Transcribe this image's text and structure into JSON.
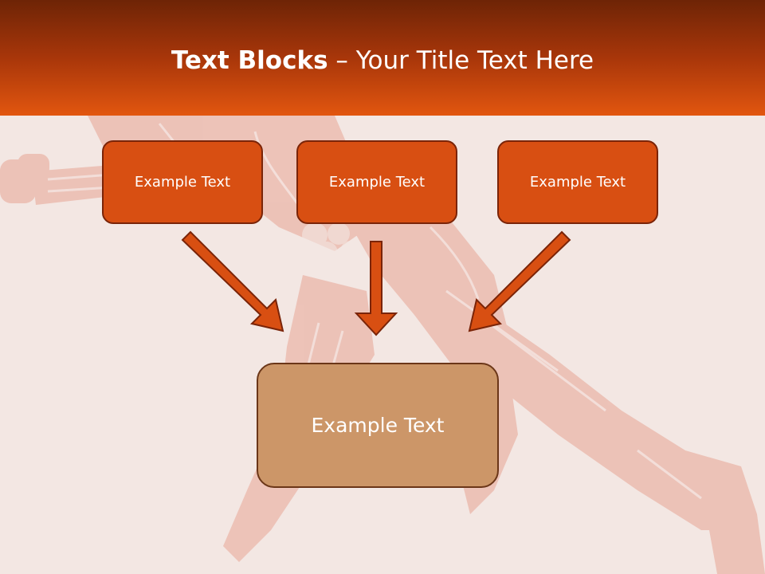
{
  "header": {
    "title_bold": "Text Blocks",
    "title_dash": " – ",
    "title_rest": "Your Title Text Here"
  },
  "diagram": {
    "sources": [
      {
        "label": "Example Text"
      },
      {
        "label": "Example Text"
      },
      {
        "label": "Example Text"
      }
    ],
    "target": {
      "label": "Example Text"
    }
  },
  "colors": {
    "header_dark": "#6e2406",
    "header_light": "#e2560f",
    "source_box": "#d84f12",
    "source_border": "#7a2408",
    "target_box": "#cc9668",
    "target_border": "#6b3618",
    "arrow": "#d84f12",
    "background": "#f3e7e3",
    "figure": "#eab9ad"
  }
}
